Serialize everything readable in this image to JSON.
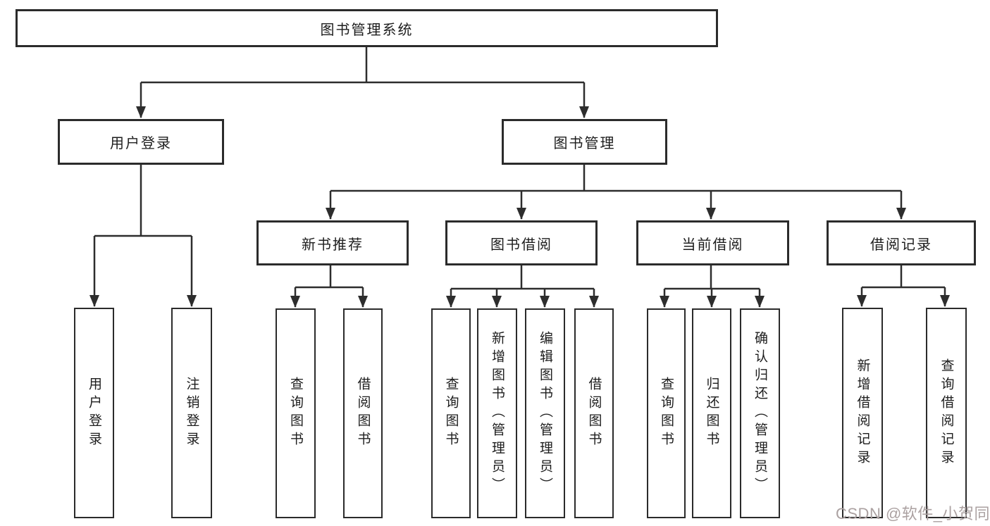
{
  "diagram_title": "图书管理系统",
  "tree": {
    "label": "图书管理系统",
    "children": [
      {
        "label": "用户登录",
        "children": [
          {
            "label": "用户登录"
          },
          {
            "label": "注销登录"
          }
        ]
      },
      {
        "label": "图书管理",
        "children": [
          {
            "label": "新书推荐",
            "children": [
              {
                "label": "查询图书"
              },
              {
                "label": "借阅图书"
              }
            ]
          },
          {
            "label": "图书借阅",
            "children": [
              {
                "label": "查询图书"
              },
              {
                "label": "新增图书（管理员）"
              },
              {
                "label": "编辑图书（管理员）"
              },
              {
                "label": "借阅图书"
              }
            ]
          },
          {
            "label": "当前借阅",
            "children": [
              {
                "label": "查询图书"
              },
              {
                "label": "归还图书"
              },
              {
                "label": "确认归还（管理员）"
              }
            ]
          },
          {
            "label": "借阅记录",
            "children": [
              {
                "label": "新增借阅记录"
              },
              {
                "label": "查询借阅记录"
              }
            ]
          }
        ]
      }
    ]
  },
  "watermark": {
    "text": "CSDN @软件_小贺同学"
  },
  "colors": {
    "background": "#ffffff",
    "box_border": "#2b2b2b",
    "line": "#2d2d2d",
    "text": "#1d1d1d",
    "watermark": "#aba1a1"
  }
}
